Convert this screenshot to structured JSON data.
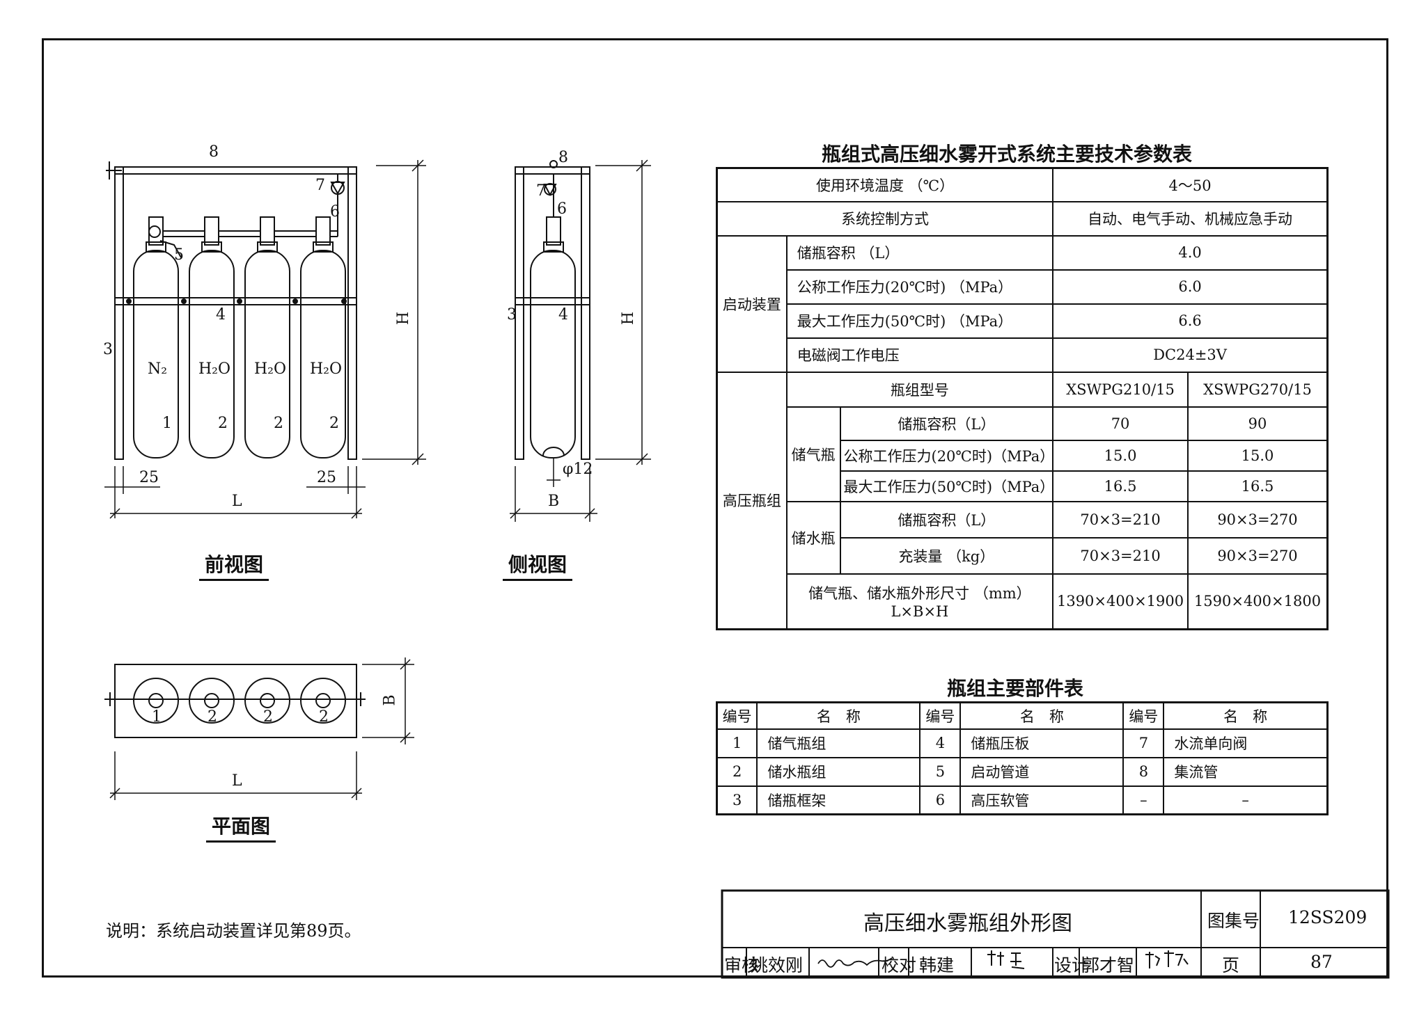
{
  "views": {
    "front_label": "前视图",
    "side_label": "侧视图",
    "plan_label": "平面图"
  },
  "front_view": {
    "callouts": [
      "8",
      "7",
      "6",
      "5",
      "4",
      "3"
    ],
    "cylinders": [
      {
        "label": "N₂",
        "num": "1"
      },
      {
        "label": "H₂O",
        "num": "2"
      },
      {
        "label": "H₂O",
        "num": "2"
      },
      {
        "label": "H₂O",
        "num": "2"
      }
    ],
    "dim_left": "25",
    "dim_right": "25",
    "dim_length": "L",
    "dim_height": "H"
  },
  "side_view": {
    "callouts": [
      "8",
      "7",
      "6",
      "3",
      "4"
    ],
    "dim_phi": "φ12",
    "dim_width": "B",
    "dim_height": "H"
  },
  "plan_view": {
    "nums": [
      "1",
      "2",
      "2",
      "2"
    ],
    "dim_width": "B",
    "dim_length": "L"
  },
  "param_table": {
    "title": "瓶组式高压细水雾开式系统主要技术参数表",
    "env_temp_label": "使用环境温度 （℃）",
    "env_temp_value": "4～50",
    "control_label": "系统控制方式",
    "control_value": "自动、电气手动、机械应急手动",
    "startup_group": "启动装置",
    "startup_rows": [
      {
        "label": "储瓶容积 （L）",
        "value": "4.0"
      },
      {
        "label": "公称工作压力(20℃时) （MPa）",
        "value": "6.0"
      },
      {
        "label": "最大工作压力(50℃时) （MPa）",
        "value": "6.6"
      },
      {
        "label": "电磁阀工作电压",
        "value": "DC24±3V"
      }
    ],
    "hp_group": "高压瓶组",
    "model_label": "瓶组型号",
    "models": [
      "XSWPG210/15",
      "XSWPG270/15"
    ],
    "gas_group": "储气瓶",
    "gas_rows": [
      {
        "label": "储瓶容积（L）",
        "v1": "70",
        "v2": "90"
      },
      {
        "label": "公称工作压力(20℃时)（MPa）",
        "v1": "15.0",
        "v2": "15.0"
      },
      {
        "label": "最大工作压力(50℃时)（MPa）",
        "v1": "16.5",
        "v2": "16.5"
      }
    ],
    "water_group": "储水瓶",
    "water_rows": [
      {
        "label": "储瓶容积（L）",
        "v1": "70×3=210",
        "v2": "90×3=270"
      },
      {
        "label": "充装量 （kg）",
        "v1": "70×3=210",
        "v2": "90×3=270"
      }
    ],
    "dims_label_1": "储气瓶、储水瓶外形尺寸 （mm）",
    "dims_label_2": "L×B×H",
    "dims_v1": "1390×400×1900",
    "dims_v2": "1590×400×1800"
  },
  "parts_table": {
    "title": "瓶组主要部件表",
    "col_no": "编号",
    "col_name": "名　称",
    "rows": [
      [
        "1",
        "储气瓶组",
        "4",
        "储瓶压板",
        "7",
        "水流单向阀"
      ],
      [
        "2",
        "储水瓶组",
        "5",
        "启动管道",
        "8",
        "集流管"
      ],
      [
        "3",
        "储瓶框架",
        "6",
        "高压软管",
        "–",
        "–"
      ]
    ]
  },
  "note": "说明：系统启动装置详见第89页。",
  "title_block": {
    "title": "高压细水雾瓶组外形图",
    "atlas_label": "图集号",
    "atlas_value": "12SS209",
    "review_label": "审核",
    "review_name": "姚效刚",
    "check_label": "校对",
    "check_name": "韩建",
    "design_label": "设计",
    "design_name": "郭才智",
    "page_label": "页",
    "page_value": "87"
  }
}
